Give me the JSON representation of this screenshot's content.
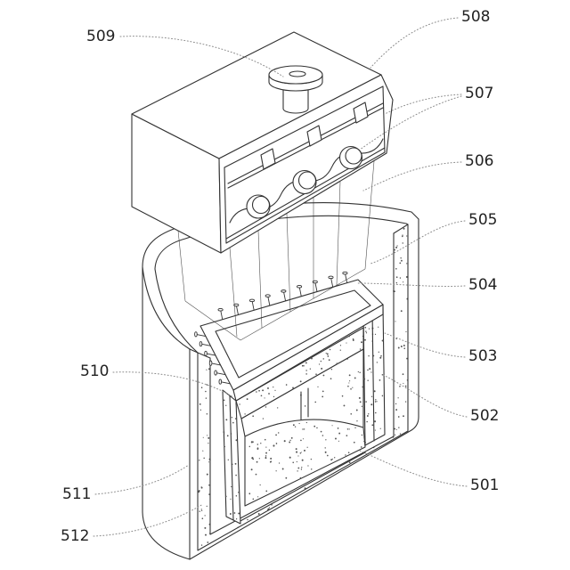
{
  "labels": {
    "n501": "501",
    "n502": "502",
    "n503": "503",
    "n504": "504",
    "n505": "505",
    "n506": "506",
    "n507": "507",
    "n508": "508",
    "n509": "509",
    "n510": "510",
    "n511": "511",
    "n512": "512"
  },
  "colors": {
    "line": "#333333",
    "leader": "#8a8a8a",
    "stipple": "#555555",
    "background": "#ffffff"
  }
}
